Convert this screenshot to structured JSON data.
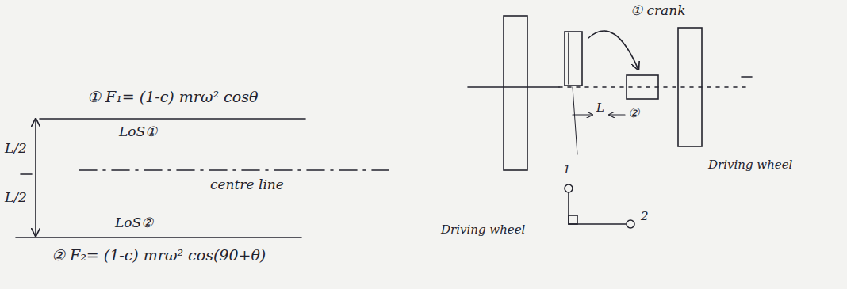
{
  "diagram": {
    "labels": [
      "① F₁= (1-c) mrω² cosθ",
      "LoS①",
      "L/2",
      "L/2",
      "centre line",
      "LoS②",
      "② F₂= (1-c) mrω² cos(90+θ)",
      "① crank",
      "L",
      "②",
      "Driving wheel",
      "Driving wheel",
      "1",
      "2"
    ]
  }
}
